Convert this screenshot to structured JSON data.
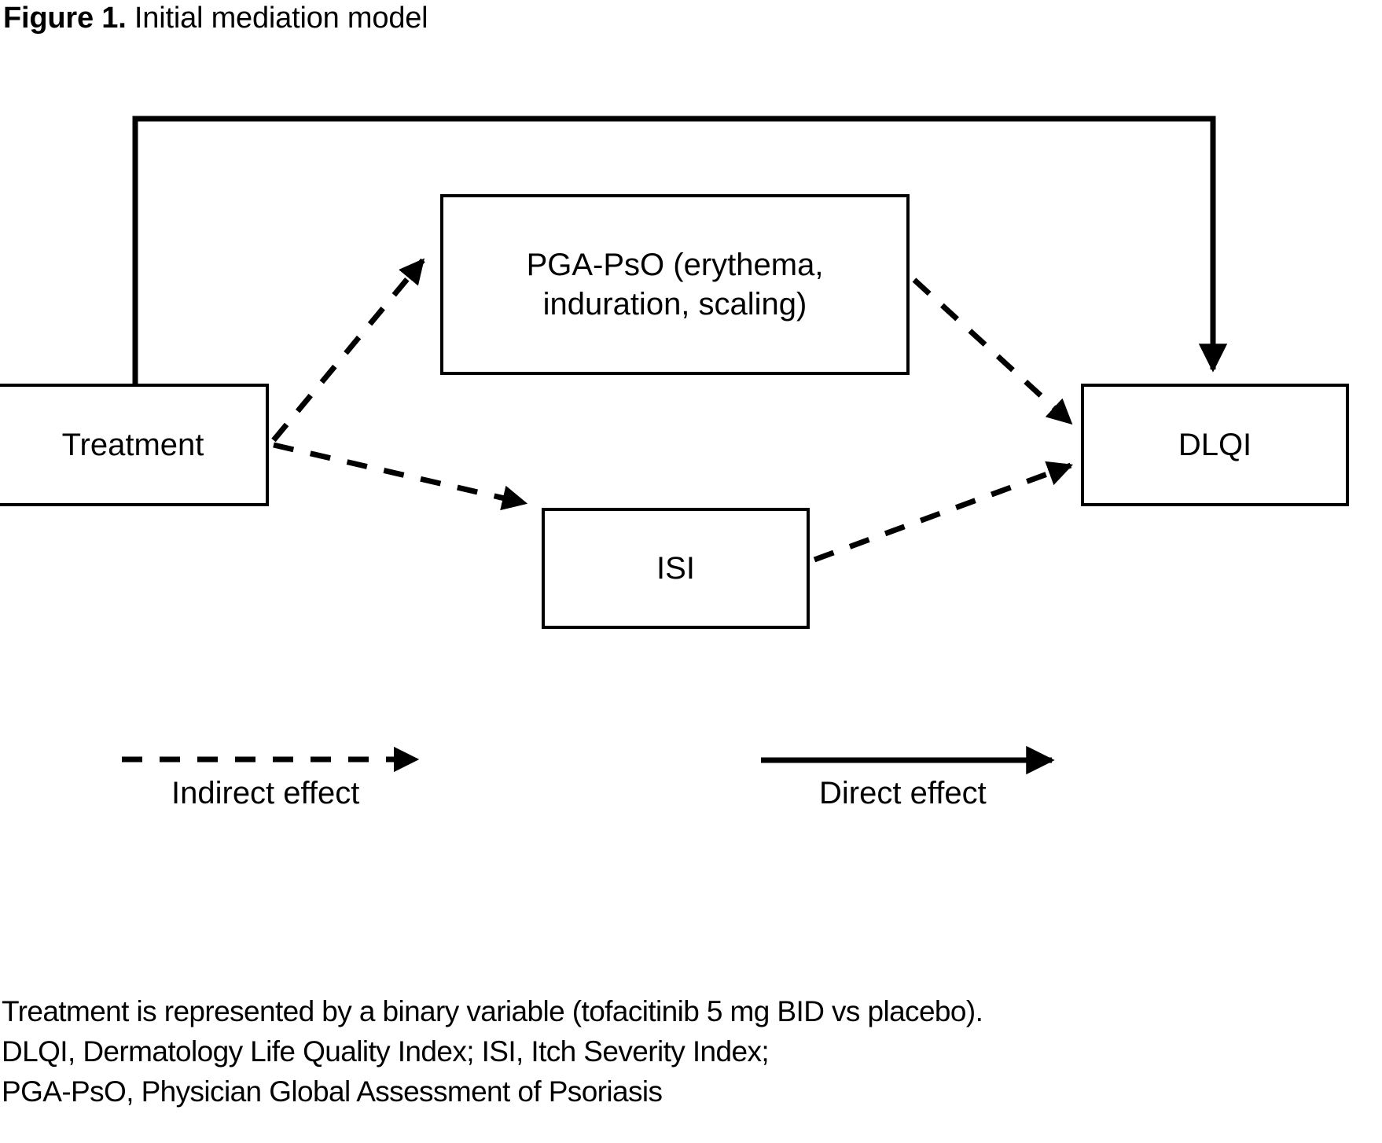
{
  "figure": {
    "label": "Figure 1.",
    "title": " Initial mediation model"
  },
  "diagram": {
    "type": "mediation-path-diagram",
    "nodes": [
      {
        "id": "treatment",
        "label": "Treatment",
        "role": "independent-variable"
      },
      {
        "id": "pgapso",
        "label": "PGA-PsO (erythema, induration, scaling)",
        "label_lines": [
          "PGA-PsO (erythema,",
          "induration, scaling)"
        ],
        "role": "mediator"
      },
      {
        "id": "isi",
        "label": "ISI",
        "role": "mediator"
      },
      {
        "id": "dlqi",
        "label": "DLQI",
        "role": "outcome"
      }
    ],
    "edges": [
      {
        "from": "treatment",
        "to": "pgapso",
        "style": "dashed",
        "effect": "indirect"
      },
      {
        "from": "treatment",
        "to": "isi",
        "style": "dashed",
        "effect": "indirect"
      },
      {
        "from": "pgapso",
        "to": "dlqi",
        "style": "dashed",
        "effect": "indirect"
      },
      {
        "from": "isi",
        "to": "dlqi",
        "style": "dashed",
        "effect": "indirect"
      },
      {
        "from": "treatment",
        "to": "dlqi",
        "style": "solid",
        "effect": "direct",
        "routing": "orthogonal-over-top"
      }
    ],
    "colors": {
      "stroke": "#000000",
      "fill": "#ffffff",
      "text": "#000000"
    }
  },
  "legend": {
    "items": [
      {
        "id": "indirect",
        "label": "Indirect effect",
        "style": "dashed"
      },
      {
        "id": "direct",
        "label": "Direct effect",
        "style": "solid"
      }
    ]
  },
  "footnote": {
    "lines": [
      "Treatment is represented by a binary variable (tofacitinib 5 mg BID vs placebo).",
      "DLQI, Dermatology Life Quality Index; ISI, Itch Severity Index;",
      "PGA-PsO, Physician Global Assessment of Psoriasis"
    ]
  }
}
